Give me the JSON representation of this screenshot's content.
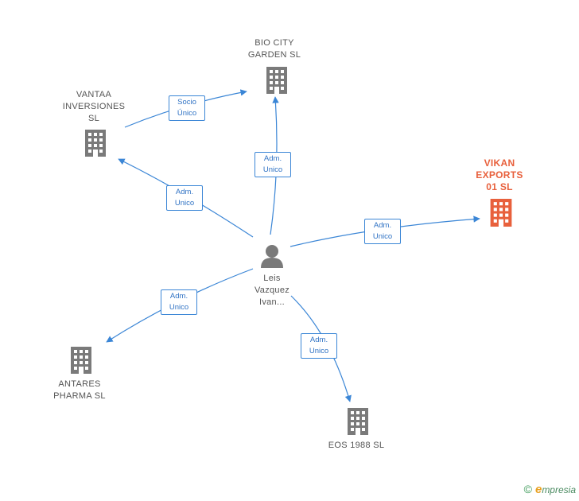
{
  "colors": {
    "edge": "#3b86d6",
    "building": "#7a7a7a",
    "main_building": "#e8603c",
    "person": "#7a7a7a"
  },
  "nodes": {
    "bio_city": {
      "label": "BIO CITY\nGARDEN  SL",
      "icon": "building-icon"
    },
    "vantaa": {
      "label": "VANTAA\nINVERSIONES\nSL",
      "icon": "building-icon"
    },
    "vikan": {
      "label": "VIKAN\nEXPORTS\n01  SL",
      "icon": "building-icon"
    },
    "antares": {
      "label": "ANTARES\nPHARMA  SL",
      "icon": "building-icon"
    },
    "eos": {
      "label": "EOS 1988  SL",
      "icon": "building-icon"
    },
    "person": {
      "label": "Leis\nVazquez\nIvan...",
      "icon": "person-icon"
    }
  },
  "edges": {
    "vantaa_bio": "Socio\nÚnico",
    "person_bio": "Adm.\nUnico",
    "person_vantaa": "Adm.\nUnico",
    "person_vikan": "Adm.\nUnico",
    "person_antares": "Adm.\nUnico",
    "person_eos": "Adm.\nUnico"
  },
  "footer": {
    "copyright": "©",
    "brand_e": "e",
    "brand_rest": "mpresia"
  }
}
